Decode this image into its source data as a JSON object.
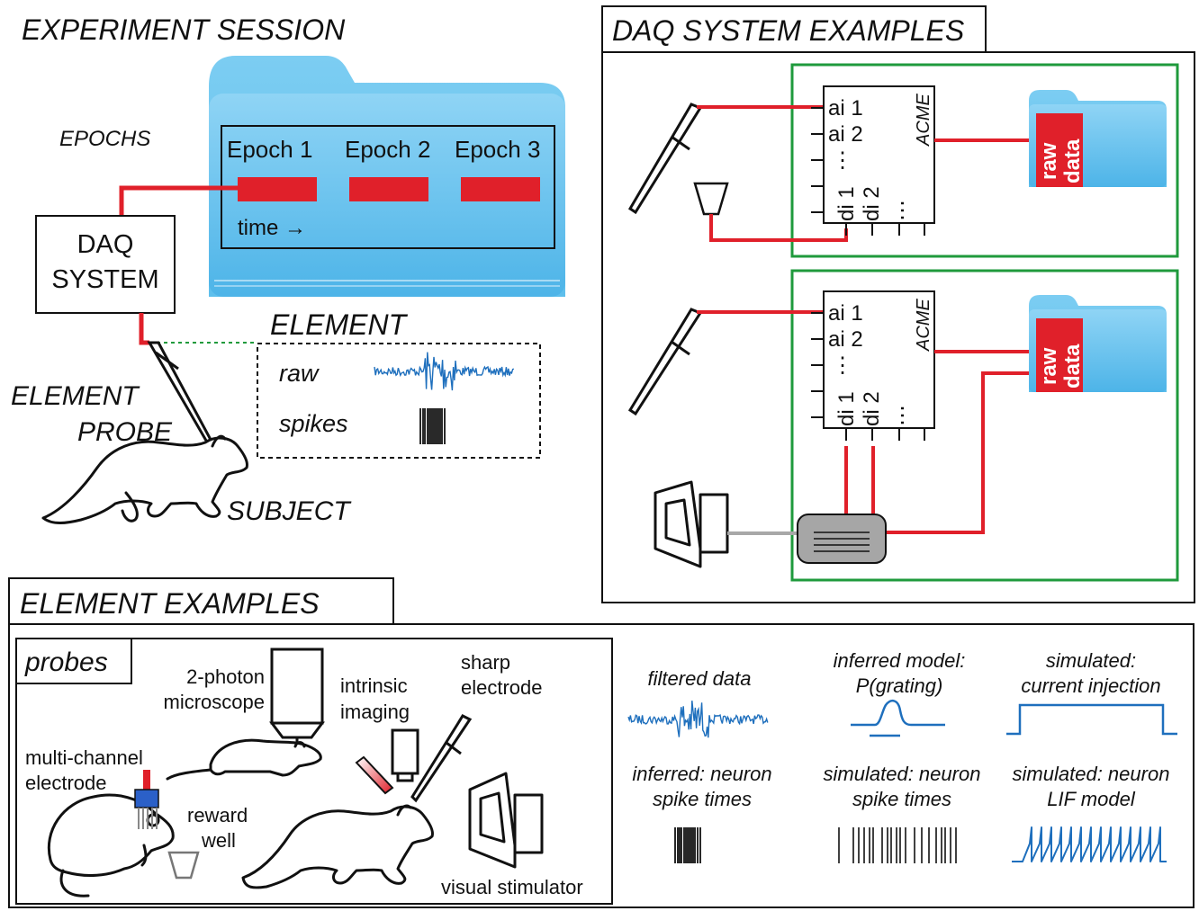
{
  "experiment": {
    "title": "EXPERIMENT SESSION",
    "epochs_label": "EPOCHS",
    "epochs": [
      "Epoch 1",
      "Epoch 2",
      "Epoch 3"
    ],
    "time_label": "time →",
    "daq_line1": "DAQ",
    "daq_line2": "SYSTEM",
    "element_label": "ELEMENT",
    "element_raw": "raw",
    "element_spikes": "spikes",
    "probe_line1": "ELEMENT",
    "probe_line2": "PROBE",
    "subject_label": "SUBJECT"
  },
  "daq_examples": {
    "title": "DAQ SYSTEM EXAMPLES",
    "panel1": {
      "ai1": "ai 1",
      "ai2": "ai 2",
      "ai_more": "⋮",
      "di1": "di 1",
      "di2": "di 2",
      "di_more": "⋯",
      "brand": "ACME",
      "raw1": "raw",
      "raw2": "data"
    },
    "panel2": {
      "ai1": "ai 1",
      "ai2": "ai 2",
      "ai_more": "⋮",
      "di1": "di 1",
      "di2": "di 2",
      "di_more": "⋯",
      "brand": "ACME",
      "raw1": "raw",
      "raw2": "data"
    }
  },
  "element_examples": {
    "title": "ELEMENT EXAMPLES",
    "probes_title": "probes",
    "two_photon_1": "2-photon",
    "two_photon_2": "microscope",
    "intrinsic_1": "intrinsic",
    "intrinsic_2": "imaging",
    "sharp_1": "sharp",
    "sharp_2": "electrode",
    "multichannel_1": "multi-channel",
    "multichannel_2": "electrode",
    "reward_1": "reward",
    "reward_2": "well",
    "visual_stim": "visual stimulator",
    "filtered": "filtered data",
    "inferred_model_1": "inferred model:",
    "inferred_model_2": "P(grating)",
    "sim_current_1": "simulated:",
    "sim_current_2": "current injection",
    "inf_spikes_1": "inferred: neuron",
    "inf_spikes_2": "spike times",
    "sim_spikes_1": "simulated: neuron",
    "sim_spikes_2": "spike times",
    "sim_lif_1": "simulated: neuron",
    "sim_lif_2": "LIF model"
  },
  "colors": {
    "wire_red": "#e0202a",
    "folder_blue": "#6cc4ee",
    "trace_blue": "#1e6fbd",
    "box_green": "#1f9a3c",
    "gray": "#9a9a9a"
  }
}
